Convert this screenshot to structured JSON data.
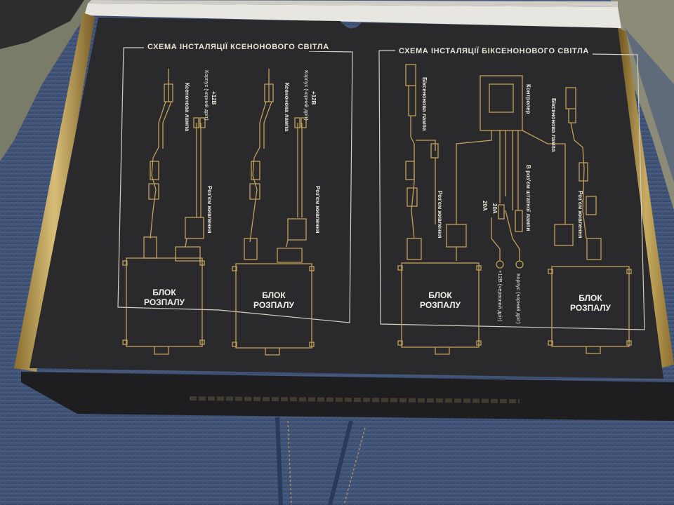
{
  "box": {
    "left_diagram_title": "СХЕМА ІНСТАЛЯЦІЇ КСЕНОНОВОГО СВІТЛА",
    "right_diagram_title": "СХЕМА ІНСТАЛЯЦІЇ БІКСЕНОНОВОГО СВІТЛА",
    "ballast_label": "БЛОК РОЗПАЛУ",
    "xenon_lamp": "Ксенонова лампа",
    "bixenon_lamp": "Біксенонова лампа",
    "ground_wire": "Корпус (чорний дріт)",
    "plus_12v": "+12В",
    "plus_12v_red": "+12В (червоний дріт)",
    "power_connector": "Роз'єм живлення",
    "controller": "Контролер",
    "stock_lamp_connector": "В роз'єм штатної лампи",
    "fuse_20a": "20A",
    "gold_color": "#c2a05a",
    "box_color": "#2a2a2c"
  }
}
